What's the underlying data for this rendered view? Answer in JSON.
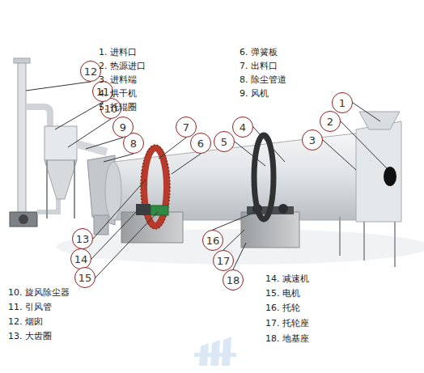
{
  "diagram": {
    "nodes": [
      {
        "text": [
          "1"
        ]
      },
      {
        "text": [
          "2"
        ]
      },
      {
        "text": [
          "3"
        ]
      },
      {
        "text": [
          "4"
        ]
      },
      {
        "text": [
          "5"
        ]
      },
      {
        "text": [
          "6"
        ]
      },
      {
        "text": [
          "7"
        ]
      },
      {
        "text": [
          "8"
        ]
      },
      {
        "text": [
          "9"
        ]
      },
      {
        "text": [
          "10"
        ]
      },
      {
        "text": [
          "11"
        ]
      },
      {
        "text": [
          "12"
        ]
      },
      {
        "text": [
          "13"
        ]
      },
      {
        "text": [
          "14"
        ]
      },
      {
        "text": [
          "15"
        ]
      },
      {
        "text": [
          "16"
        ]
      },
      {
        "text": [
          "17"
        ]
      },
      {
        "text": [
          "18"
        ]
      }
    ],
    "labels": [
      "1. 进料口",
      "2. 热源进口",
      "3. 进料端",
      "4. 烘干机",
      "5. 托辊圈",
      "6. 弹簧板",
      "7. 出料口",
      "8. 除尘管道",
      "9. 风机",
      "10. 旋风除尘器",
      "11. 引风管",
      "12. 烟囱",
      "13. 大齿圈",
      "14. 减速机",
      "15. 电机",
      "16. 托轮",
      "17. 托轮座",
      "18. 地基座"
    ]
  }
}
